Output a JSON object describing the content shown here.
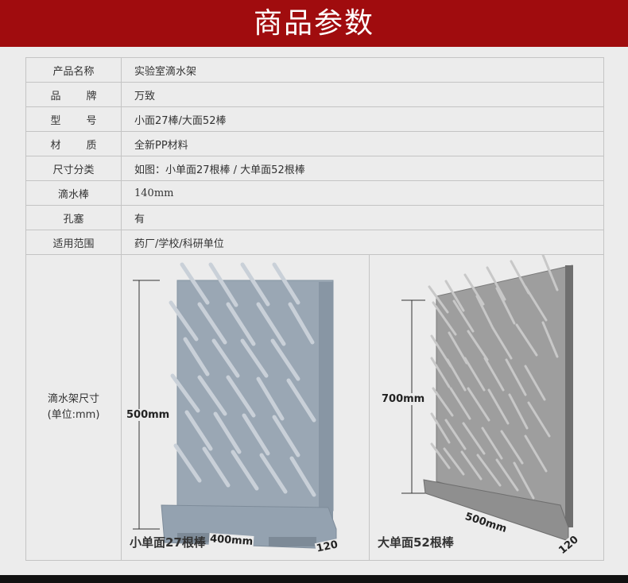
{
  "header": {
    "title": "商品参数"
  },
  "colors": {
    "header_bg": "#a00c0e",
    "page_bg": "#ececec",
    "border": "#c4c4c4",
    "rack_small": "#9aa7b4",
    "rack_large": "#9c9c9c"
  },
  "specs": [
    {
      "key": "产品名称",
      "value": "实验室滴水架"
    },
    {
      "key_parts": [
        "品",
        "牌"
      ],
      "value": "万致"
    },
    {
      "key_parts": [
        "型",
        "号"
      ],
      "value": "小面27棒/大面52棒"
    },
    {
      "key_parts": [
        "材",
        "质"
      ],
      "value": "全新PP材料"
    },
    {
      "key": "尺寸分类",
      "value": "如图：小单面27根棒 / 大单面52根棒"
    },
    {
      "key": "滴水棒",
      "value": "140mm"
    },
    {
      "key": "孔塞",
      "value": "有"
    },
    {
      "key": "适用范围",
      "value": "药厂/学校/科研单位"
    }
  ],
  "size_row": {
    "key_line1": "滴水架尺寸",
    "key_line2": "(单位:mm)",
    "small": {
      "caption": "小单面27根棒",
      "height": "500mm",
      "width": "400mm",
      "depth": "120"
    },
    "large": {
      "caption": "大单面52根棒",
      "height": "700mm",
      "width": "500mm",
      "depth": "120"
    }
  }
}
